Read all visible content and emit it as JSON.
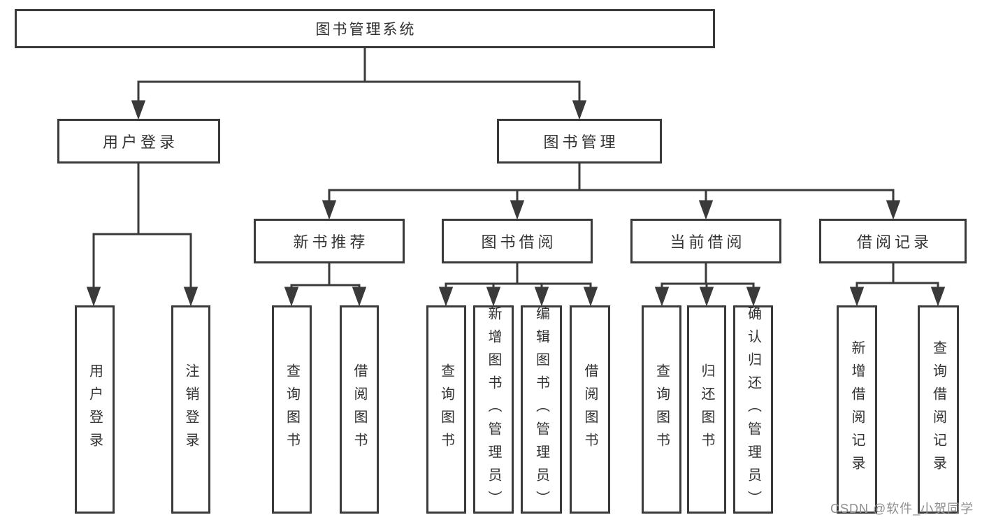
{
  "colors": {
    "line": "#3a3a3a",
    "text": "#333333",
    "watermark": "#8f8f8f"
  },
  "tree": {
    "root": {
      "label": "图书管理系统",
      "children": [
        {
          "label": "用户登录",
          "children": [
            {
              "label": "用户登录"
            },
            {
              "label": "注销登录"
            }
          ]
        },
        {
          "label": "图书管理",
          "children": [
            {
              "label": "新书推荐",
              "children": [
                {
                  "label": "查询图书"
                },
                {
                  "label": "借阅图书"
                }
              ]
            },
            {
              "label": "图书借阅",
              "children": [
                {
                  "label": "查询图书"
                },
                {
                  "label": "新增图书（管理员）"
                },
                {
                  "label": "编辑图书（管理员）"
                },
                {
                  "label": "借阅图书"
                }
              ]
            },
            {
              "label": "当前借阅",
              "children": [
                {
                  "label": "查询图书"
                },
                {
                  "label": "归还图书"
                },
                {
                  "label": "确认归还（管理员）"
                }
              ]
            },
            {
              "label": "借阅记录",
              "children": [
                {
                  "label": "新增借阅记录"
                },
                {
                  "label": "查询借阅记录"
                }
              ]
            }
          ]
        }
      ]
    }
  },
  "watermark": {
    "text": "CSDN @软件_小贺同学"
  }
}
